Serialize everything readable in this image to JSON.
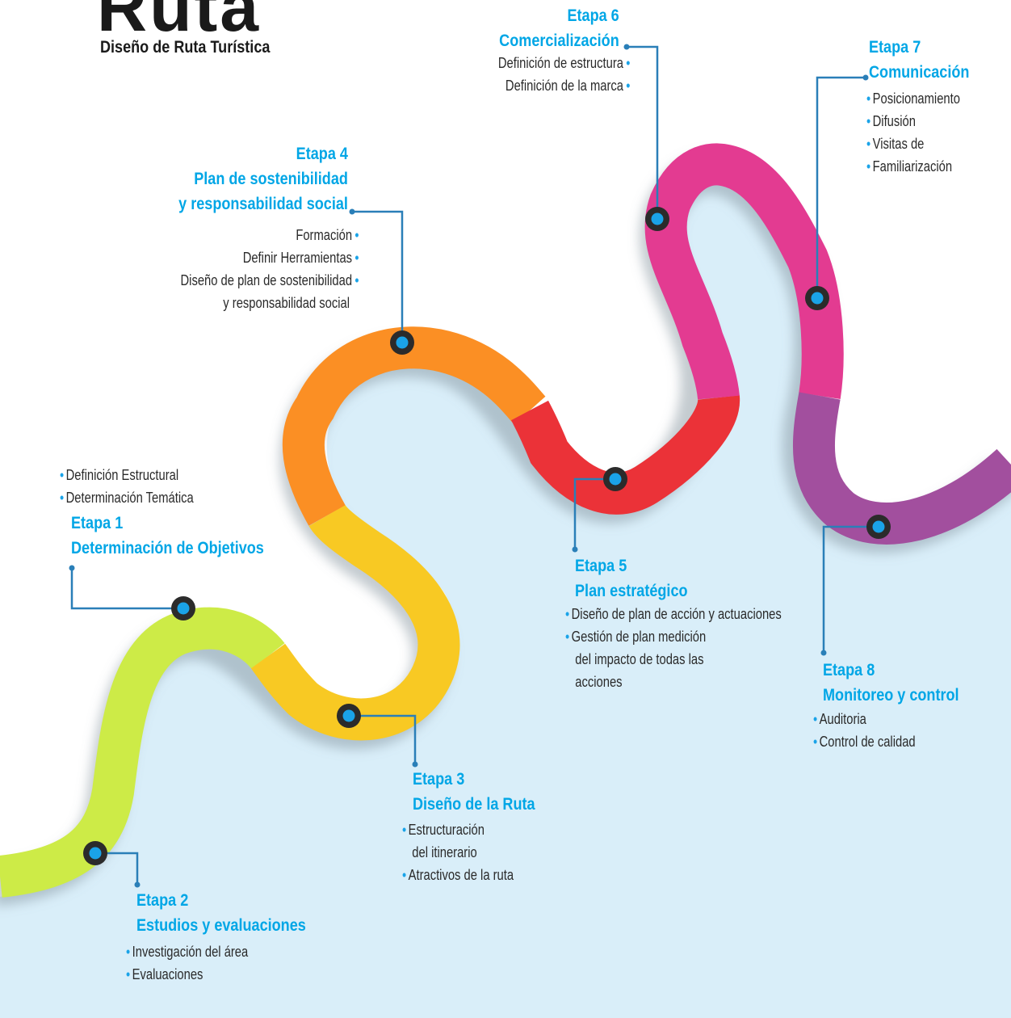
{
  "header": {
    "logo_word": "Ruta",
    "subtitle": "Diseño de Ruta Turística"
  },
  "colors": {
    "background_area": "#d9eef9",
    "etapa_1_2_green": "#cdeb47",
    "etapa_3_yellow": "#f8c923",
    "etapa_4_orange": "#fb8f24",
    "etapa_5_red": "#eb3238",
    "etapa_6_7_pink": "#e33b91",
    "etapa_8_purple": "#a24f9e",
    "heading_blue": "#00a6e6",
    "marker_dark": "#2b2b2b"
  },
  "stages": [
    {
      "id": "etapa-1",
      "label": "Etapa 1",
      "title": "Determinación de Objetivos",
      "title_lines": [
        "Determinación de Objetivos"
      ],
      "items": [
        "Definición Estructural",
        "Determinación  Temática"
      ]
    },
    {
      "id": "etapa-2",
      "label": "Etapa 2",
      "title": "Estudios y evaluaciones",
      "title_lines": [
        "Estudios y evaluaciones"
      ],
      "items": [
        "Investigación del área",
        "Evaluaciones"
      ]
    },
    {
      "id": "etapa-3",
      "label": "Etapa 3",
      "title": "Diseño de la Ruta",
      "title_lines": [
        "Diseño de la Ruta"
      ],
      "items": [
        "Estructuración del itinerario",
        "Atractivos de la ruta"
      ],
      "item_lines": [
        [
          "Estructuración",
          "del itinerario"
        ],
        [
          "Atractivos de la ruta"
        ]
      ]
    },
    {
      "id": "etapa-4",
      "label": "Etapa 4",
      "title": "Plan de sostenibilidad y responsabilidad social",
      "title_lines": [
        "Plan de sostenibilidad",
        "y responsabilidad social"
      ],
      "items": [
        "Formación",
        "Definir Herramientas",
        "Diseño de plan de sostenibilidad y responsabilidad social"
      ],
      "item_lines": [
        [
          "Formación"
        ],
        [
          "Definir Herramientas"
        ],
        [
          "Diseño de plan de sostenibilidad",
          "y responsabilidad social"
        ]
      ]
    },
    {
      "id": "etapa-5",
      "label": "Etapa 5",
      "title": "Plan estratégico",
      "title_lines": [
        "Plan estratégico"
      ],
      "items": [
        "Diseño de plan de acción y actuaciones",
        "Gestión de plan medición del impacto de todas las acciones"
      ],
      "item_lines": [
        [
          "Diseño de plan de acción y actuaciones"
        ],
        [
          "Gestión de plan medición",
          "del impacto de todas las",
          "acciones"
        ]
      ]
    },
    {
      "id": "etapa-6",
      "label": "Etapa 6",
      "title": "Comercialización",
      "title_lines": [
        "Comercialización"
      ],
      "items": [
        "Definición de estructura",
        "Definición de la marca"
      ]
    },
    {
      "id": "etapa-7",
      "label": "Etapa 7",
      "title": "Comunicación",
      "title_lines": [
        "Comunicación"
      ],
      "items": [
        "Posicionamiento",
        "Difusión",
        "Visitas de",
        "Familiarización"
      ]
    },
    {
      "id": "etapa-8",
      "label": "Etapa 8",
      "title": "Monitoreo y control",
      "title_lines": [
        "Monitoreo y control"
      ],
      "items": [
        "Auditoria",
        "Control de calidad"
      ]
    }
  ]
}
